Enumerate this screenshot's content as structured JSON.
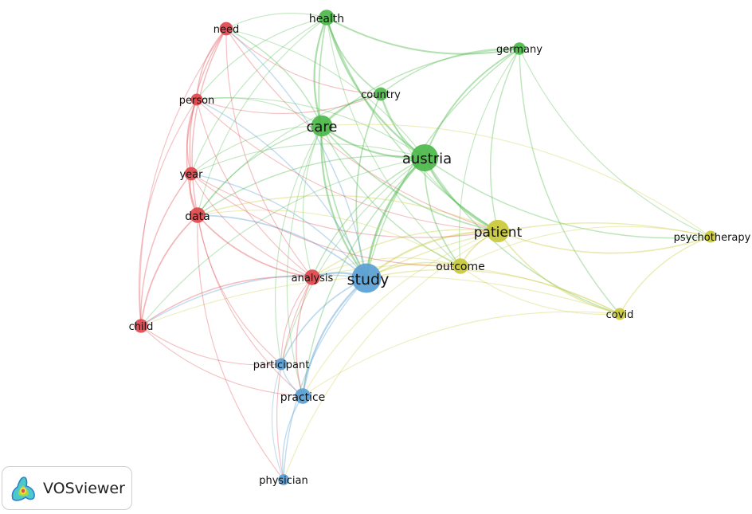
{
  "colors": {
    "red": "#e0474c",
    "green": "#4cb84a",
    "blue": "#5a9fd4",
    "yellow": "#c9c93a",
    "background": "#ffffff"
  },
  "branding": {
    "app_name": "VOSviewer",
    "logo_icon": "vosviewer-logo-icon"
  },
  "nodes": [
    {
      "id": "health",
      "label": "health",
      "cluster": "green",
      "weight": 2
    },
    {
      "id": "need",
      "label": "need",
      "cluster": "red",
      "weight": 1.5
    },
    {
      "id": "germany",
      "label": "germany",
      "cluster": "green",
      "weight": 1.3
    },
    {
      "id": "country",
      "label": "country",
      "cluster": "green",
      "weight": 1.5
    },
    {
      "id": "person",
      "label": "person",
      "cluster": "red",
      "weight": 1.2
    },
    {
      "id": "care",
      "label": "care",
      "cluster": "green",
      "weight": 3.2
    },
    {
      "id": "austria",
      "label": "austria",
      "cluster": "green",
      "weight": 4.5
    },
    {
      "id": "year",
      "label": "year",
      "cluster": "red",
      "weight": 1.5
    },
    {
      "id": "data",
      "label": "data",
      "cluster": "red",
      "weight": 2
    },
    {
      "id": "patient",
      "label": "patient",
      "cluster": "yellow",
      "weight": 3.5
    },
    {
      "id": "psychotherapy",
      "label": "psychotherapy",
      "cluster": "yellow",
      "weight": 1.2
    },
    {
      "id": "outcome",
      "label": "outcome",
      "cluster": "yellow",
      "weight": 2
    },
    {
      "id": "analysis",
      "label": "analysis",
      "cluster": "red",
      "weight": 2
    },
    {
      "id": "study",
      "label": "study",
      "cluster": "blue",
      "weight": 5
    },
    {
      "id": "covid",
      "label": "covid",
      "cluster": "yellow",
      "weight": 1.2
    },
    {
      "id": "child",
      "label": "child",
      "cluster": "red",
      "weight": 1.6
    },
    {
      "id": "participant",
      "label": "participant",
      "cluster": "blue",
      "weight": 1.2
    },
    {
      "id": "practice",
      "label": "practice",
      "cluster": "blue",
      "weight": 2
    },
    {
      "id": "physician",
      "label": "physician",
      "cluster": "blue",
      "weight": 1
    }
  ],
  "links": [
    [
      "health",
      "austria",
      3
    ],
    [
      "health",
      "care",
      3
    ],
    [
      "health",
      "country",
      2
    ],
    [
      "health",
      "germany",
      2.5
    ],
    [
      "health",
      "study",
      2
    ],
    [
      "health",
      "patient",
      1.5
    ],
    [
      "health",
      "need",
      1
    ],
    [
      "health",
      "person",
      1
    ],
    [
      "health",
      "data",
      1
    ],
    [
      "health",
      "outcome",
      1
    ],
    [
      "health",
      "year",
      1
    ],
    [
      "germany",
      "austria",
      2.5
    ],
    [
      "germany",
      "care",
      1.5
    ],
    [
      "germany",
      "country",
      1.5
    ],
    [
      "germany",
      "study",
      1.5
    ],
    [
      "germany",
      "patient",
      1.5
    ],
    [
      "germany",
      "psychotherapy",
      1
    ],
    [
      "germany",
      "covid",
      1.5
    ],
    [
      "germany",
      "outcome",
      1
    ],
    [
      "country",
      "austria",
      2
    ],
    [
      "country",
      "care",
      2
    ],
    [
      "country",
      "study",
      2
    ],
    [
      "country",
      "patient",
      1
    ],
    [
      "country",
      "data",
      1
    ],
    [
      "care",
      "austria",
      3
    ],
    [
      "care",
      "study",
      3
    ],
    [
      "care",
      "patient",
      2
    ],
    [
      "care",
      "outcome",
      1.5
    ],
    [
      "care",
      "need",
      1.5
    ],
    [
      "care",
      "person",
      1
    ],
    [
      "care",
      "data",
      1.5
    ],
    [
      "care",
      "year",
      1
    ],
    [
      "care",
      "analysis",
      1
    ],
    [
      "care",
      "practice",
      1
    ],
    [
      "care",
      "participant",
      1
    ],
    [
      "austria",
      "study",
      4
    ],
    [
      "austria",
      "patient",
      3
    ],
    [
      "austria",
      "outcome",
      2
    ],
    [
      "austria",
      "psychotherapy",
      1.5
    ],
    [
      "austria",
      "covid",
      1.5
    ],
    [
      "austria",
      "analysis",
      1.5
    ],
    [
      "austria",
      "data",
      1.5
    ],
    [
      "austria",
      "practice",
      1.5
    ],
    [
      "austria",
      "year",
      1
    ],
    [
      "austria",
      "need",
      1
    ],
    [
      "austria",
      "person",
      1
    ],
    [
      "austria",
      "participant",
      1
    ],
    [
      "austria",
      "child",
      1
    ],
    [
      "patient",
      "study",
      3
    ],
    [
      "patient",
      "outcome",
      2
    ],
    [
      "patient",
      "psychotherapy",
      2
    ],
    [
      "patient",
      "covid",
      2
    ],
    [
      "patient",
      "analysis",
      1.5
    ],
    [
      "patient",
      "data",
      1.5
    ],
    [
      "patient",
      "practice",
      1
    ],
    [
      "patient",
      "physician",
      1
    ],
    [
      "psychotherapy",
      "covid",
      1.5
    ],
    [
      "psychotherapy",
      "study",
      1.5
    ],
    [
      "psychotherapy",
      "outcome",
      1
    ],
    [
      "psychotherapy",
      "care",
      1
    ],
    [
      "outcome",
      "study",
      2
    ],
    [
      "outcome",
      "analysis",
      1
    ],
    [
      "outcome",
      "covid",
      1
    ],
    [
      "outcome",
      "data",
      1
    ],
    [
      "covid",
      "study",
      1.5
    ],
    [
      "covid",
      "analysis",
      1
    ],
    [
      "covid",
      "child",
      1
    ],
    [
      "covid",
      "practice",
      1
    ],
    [
      "study",
      "analysis",
      3
    ],
    [
      "study",
      "practice",
      3
    ],
    [
      "study",
      "participant",
      2
    ],
    [
      "study",
      "physician",
      1.5
    ],
    [
      "study",
      "data",
      2
    ],
    [
      "study",
      "year",
      1.5
    ],
    [
      "study",
      "child",
      1.5
    ],
    [
      "study",
      "need",
      1.5
    ],
    [
      "study",
      "person",
      1.5
    ],
    [
      "need",
      "person",
      1.5
    ],
    [
      "need",
      "year",
      1.5
    ],
    [
      "need",
      "data",
      1.5
    ],
    [
      "need",
      "analysis",
      1
    ],
    [
      "need",
      "child",
      1
    ],
    [
      "need",
      "country",
      1
    ],
    [
      "need",
      "patient",
      1
    ],
    [
      "person",
      "year",
      1.5
    ],
    [
      "person",
      "data",
      1.5
    ],
    [
      "person",
      "analysis",
      1
    ],
    [
      "person",
      "child",
      1
    ],
    [
      "person",
      "country",
      1
    ],
    [
      "person",
      "patient",
      1
    ],
    [
      "year",
      "data",
      2
    ],
    [
      "year",
      "analysis",
      1
    ],
    [
      "year",
      "child",
      1.5
    ],
    [
      "year",
      "patient",
      1
    ],
    [
      "year",
      "outcome",
      1
    ],
    [
      "data",
      "analysis",
      2
    ],
    [
      "data",
      "child",
      2
    ],
    [
      "data",
      "practice",
      1
    ],
    [
      "data",
      "participant",
      1
    ],
    [
      "data",
      "physician",
      1
    ],
    [
      "analysis",
      "child",
      1.5
    ],
    [
      "analysis",
      "practice",
      1.5
    ],
    [
      "analysis",
      "participant",
      1
    ],
    [
      "analysis",
      "physician",
      1
    ],
    [
      "child",
      "participant",
      1
    ],
    [
      "child",
      "practice",
      1
    ],
    [
      "participant",
      "practice",
      1.5
    ],
    [
      "participant",
      "physician",
      1
    ],
    [
      "practice",
      "physician",
      1.5
    ]
  ]
}
